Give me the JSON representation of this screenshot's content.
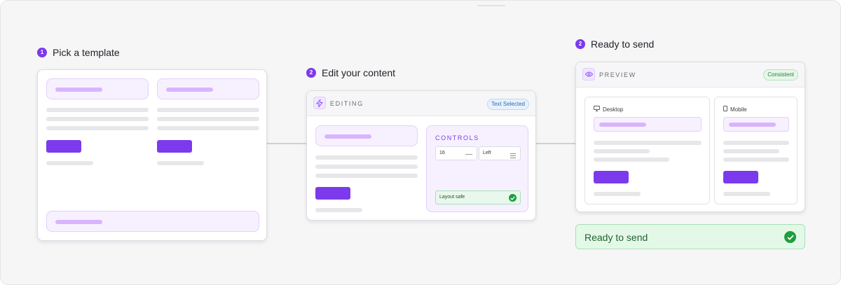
{
  "steps": [
    {
      "number": "1",
      "title": "Pick a template"
    },
    {
      "number": "2",
      "title": "Edit your content"
    },
    {
      "number": "2",
      "title": "Ready to send"
    }
  ],
  "editing_card": {
    "header_label": "EDITING",
    "badge": "Text Selected",
    "icon": "lightning-bolt-icon",
    "controls": {
      "title": "CONTROLS",
      "size_value": "16",
      "align_value": "Left",
      "status": "Layout safe"
    }
  },
  "preview_card": {
    "header_label": "PREVIEW",
    "badge": "Consistent",
    "icon": "eye-icon",
    "desktop_label": "Desktop",
    "mobile_label": "Mobile"
  },
  "ready_banner": {
    "label": "Ready to send"
  },
  "colors": {
    "accent": "#7c3aed",
    "block_fill": "#f7f1ff",
    "success": "#1f9d3f"
  }
}
